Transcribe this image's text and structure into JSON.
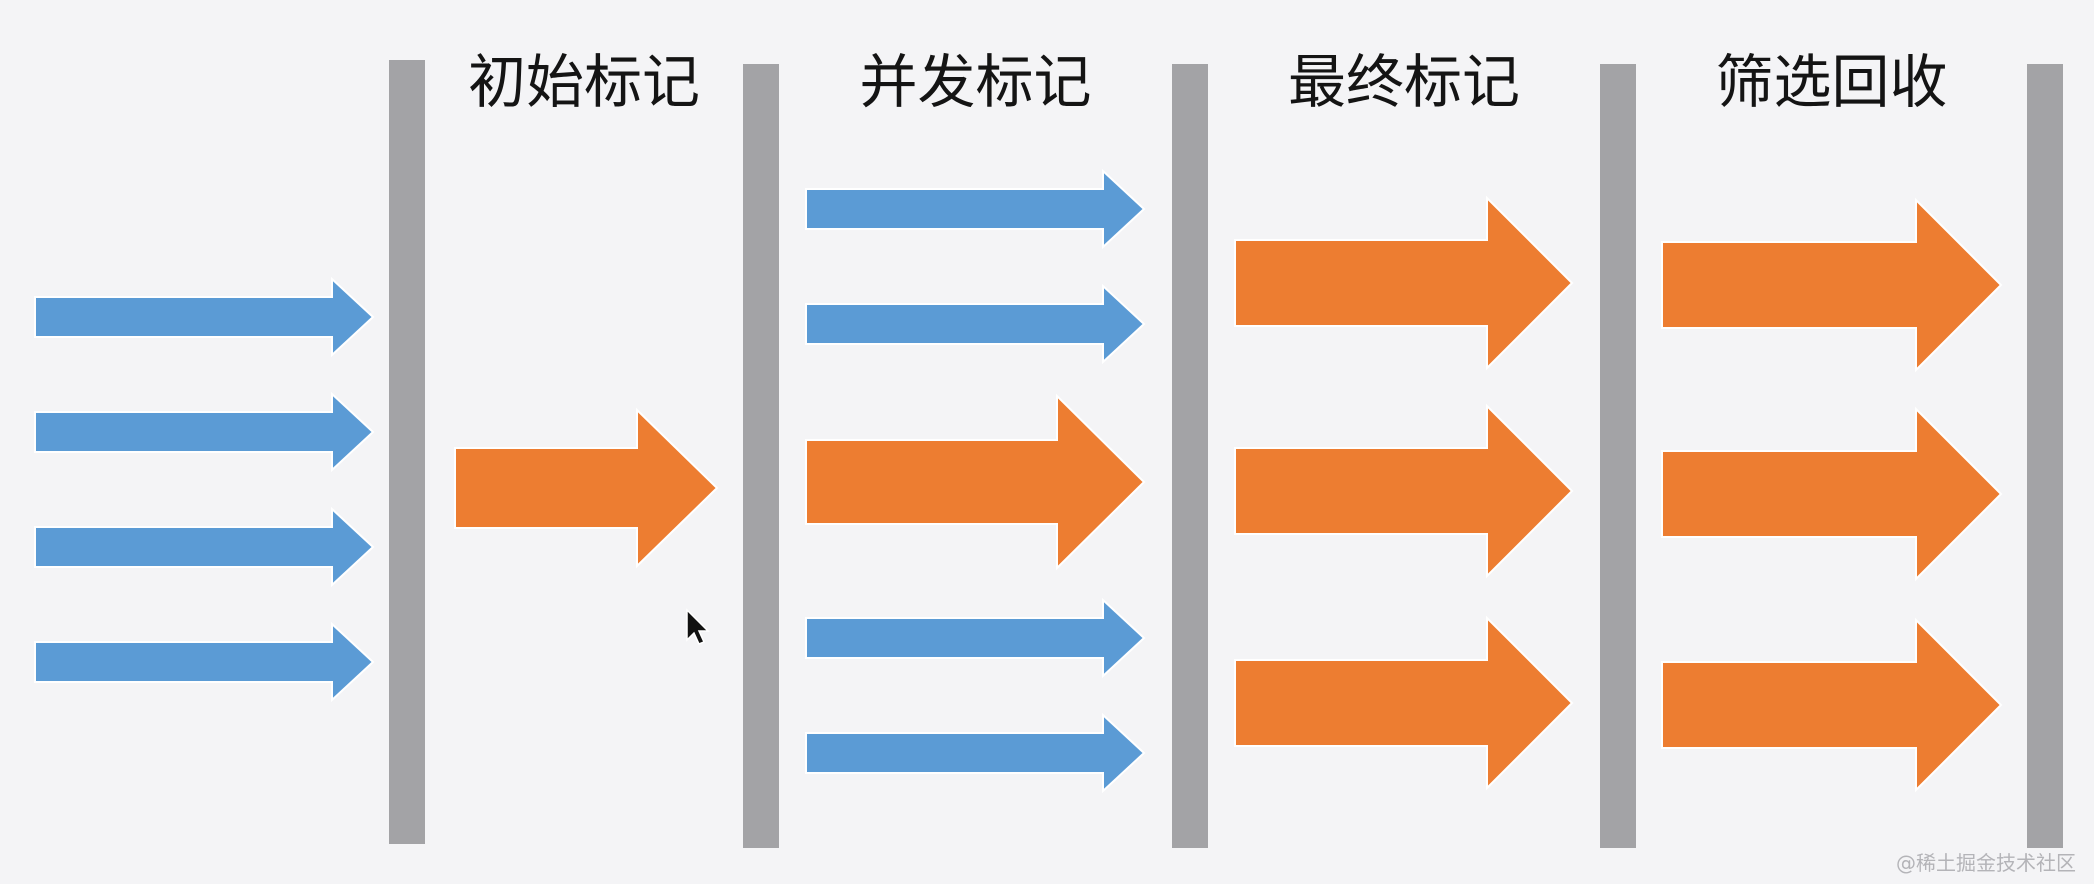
{
  "phases": [
    {
      "label": "初始标记"
    },
    {
      "label": "并发标记"
    },
    {
      "label": "最终标记"
    },
    {
      "label": "筛选回收"
    }
  ],
  "watermark": "@稀土掘金技术社区",
  "colors": {
    "background": "#f4f4f6",
    "barrier": "#a3a3a6",
    "thread_arrow": "#5b9bd5",
    "gc_arrow": "#ed7d31"
  },
  "icons": {
    "cursor": "mouse-pointer-icon"
  }
}
